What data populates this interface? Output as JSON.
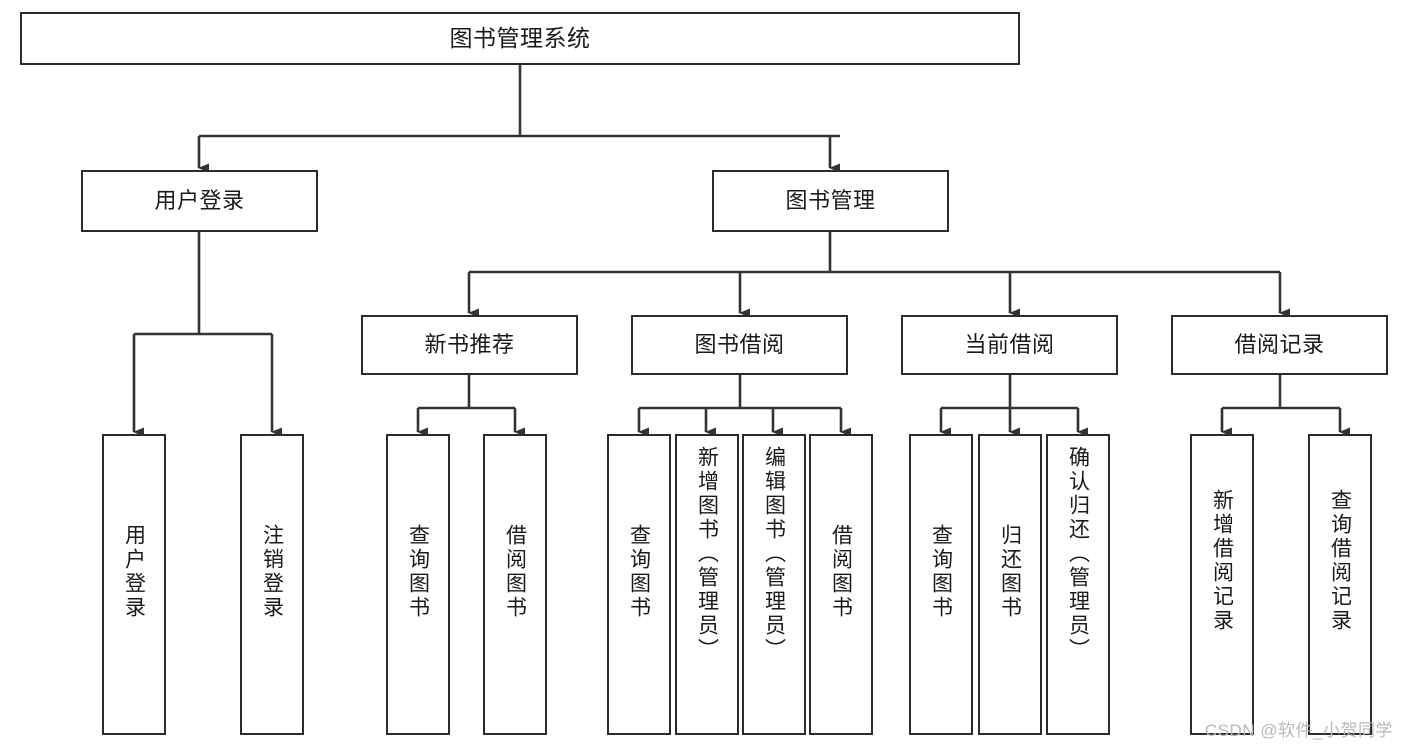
{
  "diagram": {
    "type": "tree-hierarchy",
    "title": "图书管理系统",
    "orientation": "top-down",
    "colors": {
      "box_border": "#2b2b2b",
      "box_fill": "#ffffff",
      "connector": "#333333",
      "text": "#1a1a1a",
      "watermark": "#b9b9b9",
      "background": "#ffffff"
    },
    "watermark": "CSDN @软件_小贺同学",
    "nodes": {
      "root": {
        "label": "图书管理系统",
        "level": 1
      },
      "level2": [
        {
          "id": "user-login",
          "label": "用户登录"
        },
        {
          "id": "book-manage",
          "label": "图书管理"
        }
      ],
      "level3": [
        {
          "id": "new-book-recommend",
          "label": "新书推荐",
          "parent": "book-manage"
        },
        {
          "id": "book-borrow",
          "label": "图书借阅",
          "parent": "book-manage"
        },
        {
          "id": "current-borrow",
          "label": "当前借阅",
          "parent": "book-manage"
        },
        {
          "id": "borrow-record",
          "label": "借阅记录",
          "parent": "book-manage"
        }
      ],
      "leaves": [
        {
          "id": "leaf-user-login",
          "label": "用户登录",
          "parent": "user-login"
        },
        {
          "id": "leaf-logout-login",
          "label": "注销登录",
          "parent": "user-login"
        },
        {
          "id": "leaf-query-book-1",
          "label": "查询图书",
          "parent": "new-book-recommend"
        },
        {
          "id": "leaf-borrow-book-1",
          "label": "借阅图书",
          "parent": "new-book-recommend"
        },
        {
          "id": "leaf-query-book-2",
          "label": "查询图书",
          "parent": "book-borrow"
        },
        {
          "id": "leaf-add-book",
          "label": "新增图书（管理员）",
          "parent": "book-borrow"
        },
        {
          "id": "leaf-edit-book",
          "label": "编辑图书（管理员）",
          "parent": "book-borrow"
        },
        {
          "id": "leaf-borrow-book-2",
          "label": "借阅图书",
          "parent": "book-borrow"
        },
        {
          "id": "leaf-query-book-3",
          "label": "查询图书",
          "parent": "current-borrow"
        },
        {
          "id": "leaf-return-book",
          "label": "归还图书",
          "parent": "current-borrow"
        },
        {
          "id": "leaf-confirm-return",
          "label": "确认归还（管理员）",
          "parent": "current-borrow"
        },
        {
          "id": "leaf-add-record",
          "label": "新增借阅记录",
          "parent": "borrow-record"
        },
        {
          "id": "leaf-query-record",
          "label": "查询借阅记录",
          "parent": "borrow-record"
        }
      ]
    }
  }
}
